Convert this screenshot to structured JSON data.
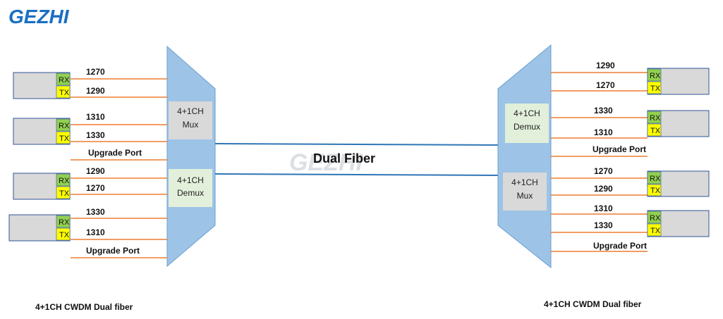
{
  "logo": {
    "text": "GEZHI"
  },
  "watermark": {
    "text": "GEZHI"
  },
  "link_label": "Dual Fiber",
  "left": {
    "mux_label": [
      "4+1CH",
      "Mux"
    ],
    "demux_label": [
      "4+1CH",
      "Demux"
    ],
    "wavelengths": [
      "1270",
      "1290",
      "1310",
      "1330",
      "Upgrade Port",
      "1290",
      "1270",
      "1330",
      "1310",
      "Upgrade Port"
    ],
    "caption": "4+1CH CWDM Dual fiber"
  },
  "right": {
    "demux_label": [
      "4+1CH",
      "Demux"
    ],
    "mux_label": [
      "4+1CH",
      "Mux"
    ],
    "wavelengths": [
      "1290",
      "1270",
      "1330",
      "1310",
      "Upgrade Port",
      "1270",
      "1290",
      "1310",
      "1330",
      "Upgrade Port"
    ],
    "caption": "4+1CH CWDM Dual fiber"
  },
  "port_labels": {
    "rx": "RX",
    "tx": "TX"
  },
  "colors": {
    "logo": "#1a6fc4",
    "mux_body": "#9dc3e6",
    "mux_border": "#6a9fd0",
    "inner_box_grey": "#d9d9d9",
    "inner_box_green": "#e2efda",
    "fiber_line": "#2e75b6",
    "port_line": "#ed7d31",
    "rx_fill": "#92d050",
    "tx_fill": "#ffff00",
    "transceiver_fill": "#d9d9d9",
    "transceiver_border": "#2f5597"
  }
}
